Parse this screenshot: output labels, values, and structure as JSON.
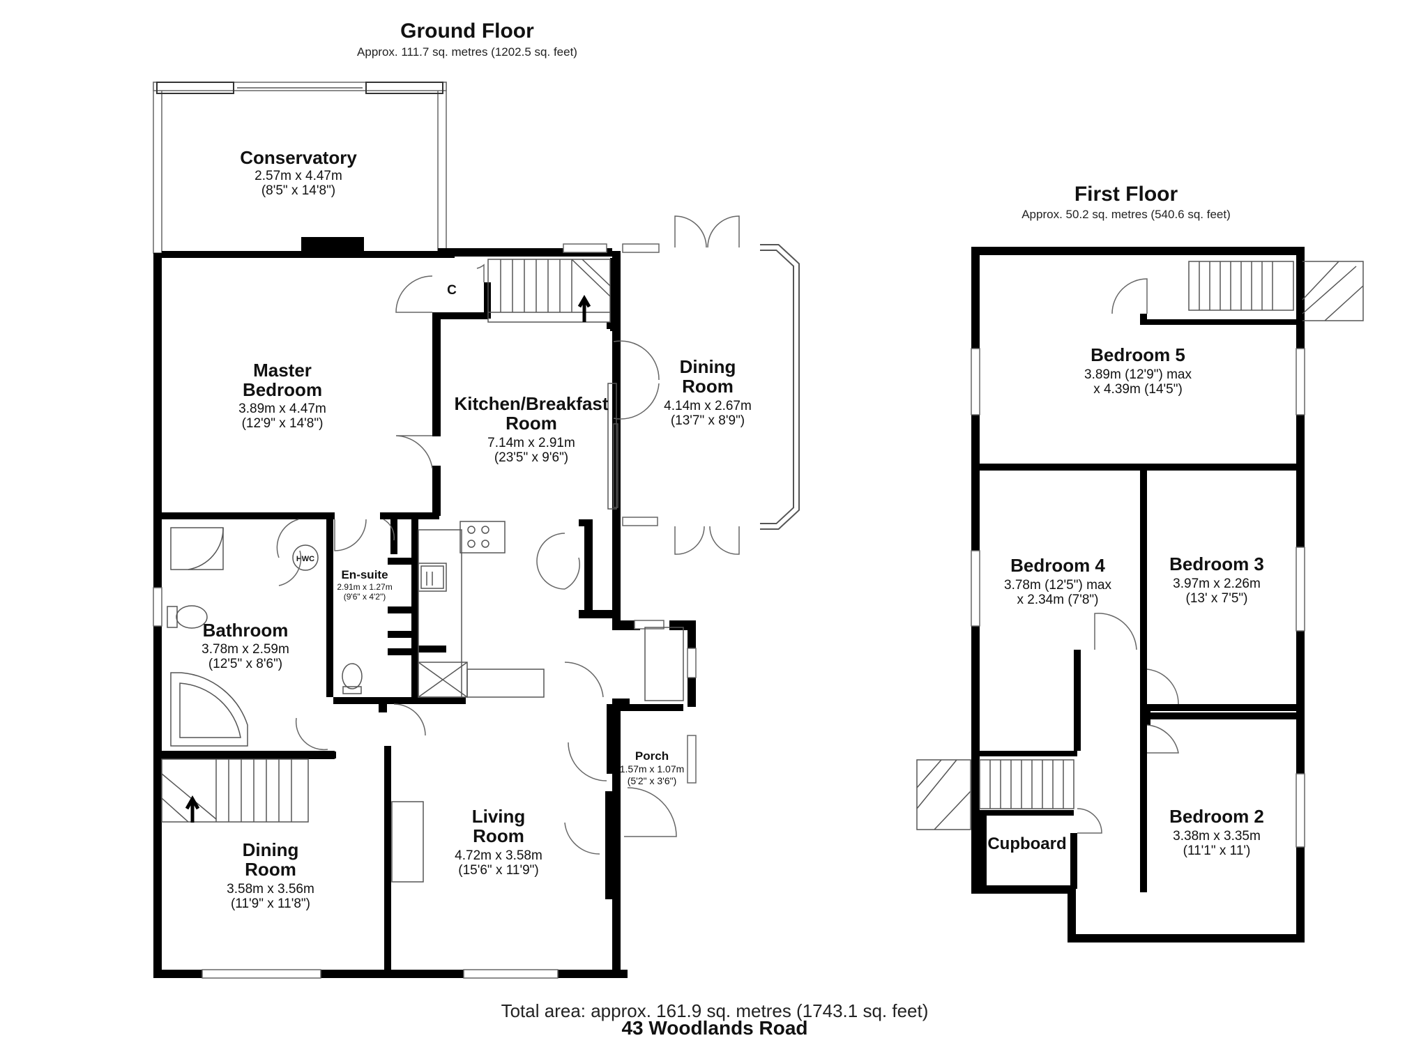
{
  "ground_floor": {
    "title": "Ground Floor",
    "area": "Approx. 111.7 sq. metres (1202.5 sq. feet)",
    "rooms": {
      "conservatory": {
        "name": "Conservatory",
        "dim_m": "2.57m x 4.47m",
        "dim_ft": "(8'5\" x 14'8\")"
      },
      "master_bedroom": {
        "name1": "Master",
        "name2": "Bedroom",
        "dim_m": "3.89m x 4.47m",
        "dim_ft": "(12'9\" x 14'8\")"
      },
      "kitchen": {
        "name1": "Kitchen/Breakfast",
        "name2": "Room",
        "dim_m": "7.14m x 2.91m",
        "dim_ft": "(23'5\" x 9'6\")"
      },
      "dining_room_1": {
        "name1": "Dining",
        "name2": "Room",
        "dim_m": "4.14m x 2.67m",
        "dim_ft": "(13'7\" x 8'9\")"
      },
      "ensuite": {
        "name": "En-suite",
        "dim_m": "2.91m x 1.27m",
        "dim_ft": "(9'6\" x 4'2\")"
      },
      "bathroom": {
        "name": "Bathroom",
        "dim_m": "3.78m x 2.59m",
        "dim_ft": "(12'5\" x 8'6\")"
      },
      "porch": {
        "name": "Porch",
        "dim_m": "1.57m x 1.07m",
        "dim_ft": "(5'2\" x 3'6\")"
      },
      "living_room": {
        "name1": "Living",
        "name2": "Room",
        "dim_m": "4.72m x 3.58m",
        "dim_ft": "(15'6\" x 11'9\")"
      },
      "dining_room_2": {
        "name1": "Dining",
        "name2": "Room",
        "dim_m": "3.58m x 3.56m",
        "dim_ft": "(11'9\" x 11'8\")"
      }
    },
    "labels": {
      "cupboard_c": "C",
      "hwc": "HWC"
    }
  },
  "first_floor": {
    "title": "First Floor",
    "area": "Approx. 50.2 sq. metres (540.6 sq. feet)",
    "rooms": {
      "bedroom5": {
        "name": "Bedroom 5",
        "dim_m": "3.89m (12'9\") max",
        "dim_ft": "x 4.39m (14'5\")"
      },
      "bedroom4": {
        "name": "Bedroom 4",
        "dim_m": "3.78m (12'5\") max",
        "dim_ft": "x 2.34m (7'8\")"
      },
      "bedroom3": {
        "name": "Bedroom 3",
        "dim_m": "3.97m x 2.26m",
        "dim_ft": "(13' x 7'5\")"
      },
      "bedroom2": {
        "name": "Bedroom 2",
        "dim_m": "3.38m x 3.35m",
        "dim_ft": "(11'1\" x 11')"
      },
      "cupboard": {
        "name": "Cupboard"
      }
    }
  },
  "footer": {
    "total_area": "Total area: approx. 161.9 sq. metres (1743.1 sq. feet)",
    "address": "43 Woodlands Road"
  }
}
